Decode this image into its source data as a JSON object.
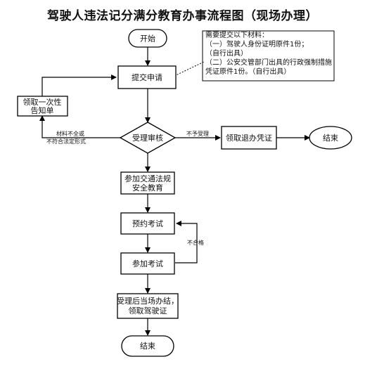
{
  "title": "驾驶人违法记分满分教育办事流程图（现场办理）",
  "nodes": {
    "start": "开始",
    "submit": "提交申请",
    "review": "受理审核",
    "collect_notice_line1": "领取一次性",
    "collect_notice_line2": "告知单",
    "refund_cert": "领取退办凭证",
    "end_right": "结束",
    "education_line1": "参加交通法规",
    "education_line2": "安全教育",
    "book_exam": "预约考试",
    "take_exam": "参加考试",
    "finish_line1": "受理后当场办结，",
    "finish_line2": "领取驾驶证",
    "end_bottom": "结束"
  },
  "edges": {
    "reject_line1": "材料不全或",
    "reject_line2": "不符合法定形式",
    "not_accepted": "不予受理",
    "fail": "不合格"
  },
  "note": "需要提交以下材料：\n（一）驾驶人身份证明原件1份；\n（自行出具）\n（二）公安交管部门出具的行政强制措施凭证原件1份。（自行出具）"
}
